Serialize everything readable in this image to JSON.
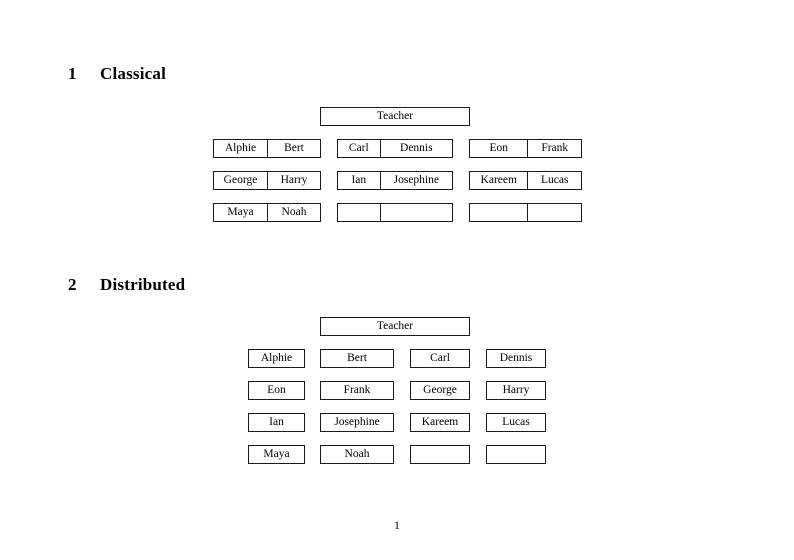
{
  "document": {
    "page_number": "1"
  },
  "sections": [
    {
      "number": "1",
      "title": "Classical",
      "root": {
        "label": "Teacher"
      },
      "groups": [
        {
          "name": "group-left",
          "rows": [
            {
              "cells": [
                {
                  "label": "Alphie"
                },
                {
                  "label": "Bert"
                }
              ]
            },
            {
              "cells": [
                {
                  "label": "George"
                },
                {
                  "label": "Harry"
                }
              ]
            },
            {
              "cells": [
                {
                  "label": "Maya"
                },
                {
                  "label": "Noah"
                }
              ]
            }
          ]
        },
        {
          "name": "group-middle",
          "rows": [
            {
              "cells": [
                {
                  "label": "Carl"
                },
                {
                  "label": "Dennis"
                }
              ]
            },
            {
              "cells": [
                {
                  "label": "Ian"
                },
                {
                  "label": "Josephine"
                }
              ]
            },
            {
              "cells": [
                {
                  "label": ""
                },
                {
                  "label": ""
                }
              ]
            }
          ]
        },
        {
          "name": "group-right",
          "rows": [
            {
              "cells": [
                {
                  "label": "Eon"
                },
                {
                  "label": "Frank"
                }
              ]
            },
            {
              "cells": [
                {
                  "label": "Kareem"
                },
                {
                  "label": "Lucas"
                }
              ]
            },
            {
              "cells": [
                {
                  "label": ""
                },
                {
                  "label": ""
                }
              ]
            }
          ]
        }
      ]
    },
    {
      "number": "2",
      "title": "Distributed",
      "root": {
        "label": "Teacher"
      },
      "rows": [
        {
          "cells": [
            {
              "label": "Alphie"
            },
            {
              "label": "Bert"
            },
            {
              "label": "Carl"
            },
            {
              "label": "Dennis"
            }
          ]
        },
        {
          "cells": [
            {
              "label": "Eon"
            },
            {
              "label": "Frank"
            },
            {
              "label": "George"
            },
            {
              "label": "Harry"
            }
          ]
        },
        {
          "cells": [
            {
              "label": "Ian"
            },
            {
              "label": "Josephine"
            },
            {
              "label": "Kareem"
            },
            {
              "label": "Lucas"
            }
          ]
        },
        {
          "cells": [
            {
              "label": "Maya"
            },
            {
              "label": "Noah"
            },
            {
              "label": ""
            },
            {
              "label": ""
            }
          ]
        }
      ]
    }
  ]
}
